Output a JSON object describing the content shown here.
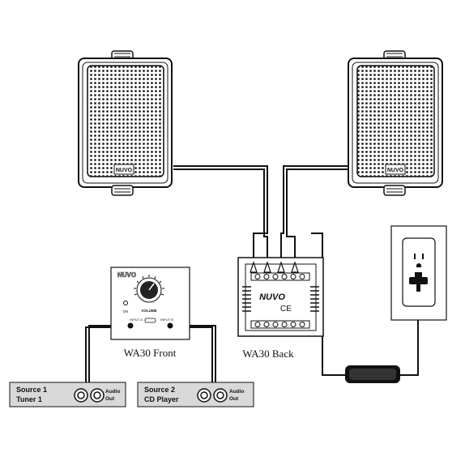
{
  "speakers": {
    "left": {
      "logo": "NUVO"
    },
    "right": {
      "logo": "NUVO"
    }
  },
  "wa30_front": {
    "caption": "WA30 Front",
    "logo": "NUVO",
    "on_label": "ON",
    "volume_label": "VOLUME",
    "input_a_label": "INPUT A",
    "input_b_label": "INPUT B"
  },
  "wa30_back": {
    "caption": "WA30 Back",
    "logo": "NUVO",
    "ce_mark": "CE"
  },
  "sources": [
    {
      "name": "Source 1",
      "device": "Tuner 1",
      "out_label_1": "Audio",
      "out_label_2": "Out"
    },
    {
      "name": "Source 2",
      "device": "CD Player",
      "out_label_1": "Audio",
      "out_label_2": "Out"
    }
  ],
  "colors": {
    "line": "#111111",
    "panel_fill": "#d9d9d9",
    "grille": "#222222"
  }
}
